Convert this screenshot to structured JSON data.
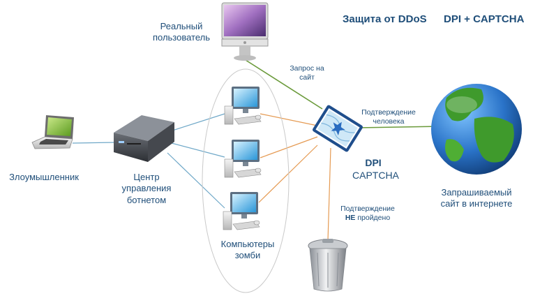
{
  "header": {
    "title_left": "Защита от DDoS",
    "title_right": "DPI + CAPTCHA"
  },
  "labels": {
    "real_user": [
      "Реальный",
      "пользователь"
    ],
    "attacker": "Злоумышленник",
    "botnet_center": [
      "Центр",
      "управления",
      "ботнетом"
    ],
    "zombies": [
      "Компьютеры",
      "зомби"
    ],
    "dpi": "DPI",
    "captcha": "CAPTCHA",
    "website": [
      "Запрашиваемый",
      "сайт в интернете"
    ],
    "request": [
      "Запрос на",
      "сайт"
    ],
    "human_confirm": [
      "Подтверждение",
      "человека"
    ],
    "fail_confirm_1": "Подтверждение",
    "fail_confirm_bold": "НЕ",
    "fail_confirm_2": "пройдено"
  },
  "colors": {
    "label_text": "#1f4e79",
    "user_link": "#6a9a3a",
    "attacker_link": "#6fa8c8",
    "zombie_link": "#e59a52",
    "reject_link": "#e59a52",
    "globe_land": "#3f9a2c",
    "globe_ocean": "#2a73c8"
  },
  "icons": {
    "real_user_device": "desktop-monitor-icon",
    "attacker_device": "laptop-icon",
    "botnet_device": "server-icon",
    "zombie_device": "desktop-pc-icon",
    "dpi_device": "captcha-filter-icon",
    "website": "globe-icon",
    "rejected": "trash-bin-icon"
  }
}
